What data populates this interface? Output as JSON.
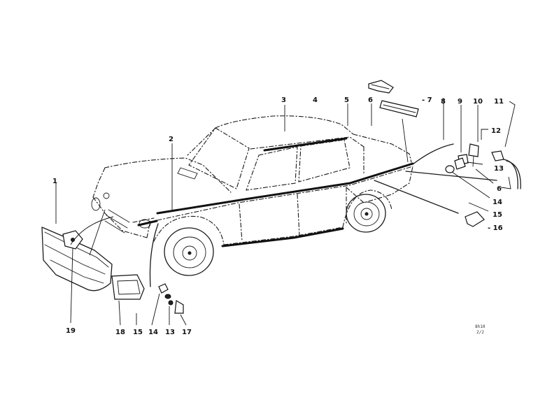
{
  "callouts": [
    {
      "id": "c1",
      "text": "1"
    },
    {
      "id": "c2",
      "text": "2"
    },
    {
      "id": "c3",
      "text": "3"
    },
    {
      "id": "c4",
      "text": "4"
    },
    {
      "id": "c5",
      "text": "5"
    },
    {
      "id": "c6a",
      "text": "6"
    },
    {
      "id": "c7",
      "text": "- 7"
    },
    {
      "id": "c8",
      "text": "8"
    },
    {
      "id": "c9",
      "text": "9"
    },
    {
      "id": "c10",
      "text": "10"
    },
    {
      "id": "c11",
      "text": "11"
    },
    {
      "id": "c12",
      "text": "12"
    },
    {
      "id": "c13a",
      "text": "13"
    },
    {
      "id": "c6b",
      "text": "6"
    },
    {
      "id": "c14a",
      "text": "14"
    },
    {
      "id": "c15a",
      "text": "15"
    },
    {
      "id": "c16",
      "text": "- 16"
    },
    {
      "id": "c19",
      "text": "19"
    },
    {
      "id": "c18",
      "text": "18"
    },
    {
      "id": "c15b",
      "text": "15"
    },
    {
      "id": "c14b",
      "text": "14"
    },
    {
      "id": "c13b",
      "text": "13"
    },
    {
      "id": "c17",
      "text": "17"
    }
  ],
  "reference_code": [
    "8h10",
    "2/2"
  ],
  "colors": {
    "ink": "#1a1a1a",
    "background": "#ffffff"
  }
}
